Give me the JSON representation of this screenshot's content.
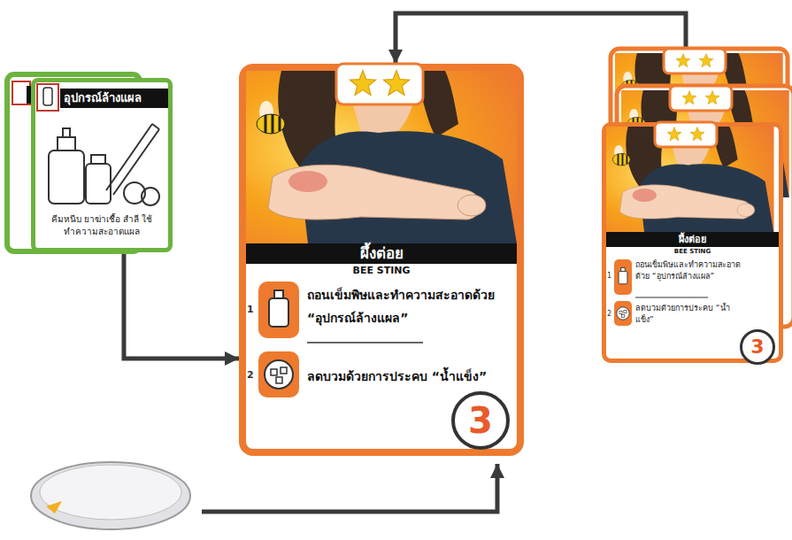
{
  "diagram": {
    "nodes": [
      {
        "text": [
          "อุปกรณ์ล้างแผล",
          "คีมหนีบ ยาฆ่าเชื้อ สำลี ใช้ทำความสะอาดแผล"
        ]
      },
      {
        "text": [
          "ผึ้งต่อย",
          "BEE STING"
        ]
      },
      {
        "text": [
          "1",
          "ถอนเข็มพิษและทำความสะอาดด้วย “อุปกรณ์ล้างแผล”"
        ],
        "in": 1
      },
      {
        "text": [
          "2",
          "ลดบวมด้วยการประคบ “น้ำแข็ง”"
        ],
        "in": 1
      },
      {
        "text": [
          "3"
        ],
        "in": 1
      },
      {
        "text": [
          "ผึ้งต่อย",
          "BEE STING"
        ]
      },
      {
        "text": [
          "1",
          "ถอนเข็มพิษและทำความสะอาดด้วย “อุปกรณ์ล้างแผล”"
        ],
        "in": 5
      },
      {
        "text": [
          "2",
          "ลดบวมด้วยการประคบ “น้ำแข็ง”"
        ],
        "in": 5
      },
      {
        "text": [
          "3"
        ],
        "in": 5
      }
    ],
    "edges": [
      {
        "from": 0,
        "to": 1,
        "arrow": "to"
      },
      {
        "from": 5,
        "to": 1,
        "arrow": "to"
      }
    ]
  }
}
